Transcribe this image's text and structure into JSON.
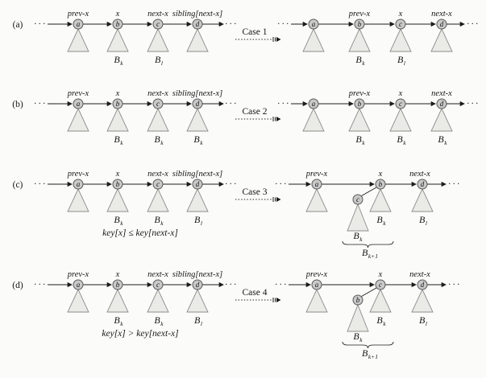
{
  "figure": {
    "ellipsis": "···",
    "colors": {
      "background": "#fbfbfa",
      "node_fill": "#c9c9c9",
      "node_stroke": "#5a5a5a",
      "tree_fill": "#eaeae6",
      "tree_stroke": "#8c8c8c",
      "line": "#1c1c1c",
      "text": "#151515"
    },
    "rows": [
      {
        "row_label": "(a)",
        "case_label": "Case 1",
        "condition": "",
        "left": {
          "top_labels": [
            "prev-x",
            "x",
            "next-x",
            "sibling[next-x]"
          ],
          "node_letters": [
            "a",
            "b",
            "c",
            "d"
          ],
          "tree_labels": [
            null,
            {
              "main": "B",
              "sub": "k"
            },
            {
              "main": "B",
              "sub": "l"
            },
            null
          ]
        },
        "right": {
          "kind": "list",
          "top_labels": [
            "",
            "prev-x",
            "x",
            "next-x"
          ],
          "node_letters": [
            "a",
            "b",
            "c",
            "d"
          ],
          "tree_labels": [
            null,
            {
              "main": "B",
              "sub": "k"
            },
            {
              "main": "B",
              "sub": "l"
            },
            null
          ]
        }
      },
      {
        "row_label": "(b)",
        "case_label": "Case 2",
        "condition": "",
        "left": {
          "top_labels": [
            "prev-x",
            "x",
            "next-x",
            "sibling[next-x]"
          ],
          "node_letters": [
            "a",
            "b",
            "c",
            "d"
          ],
          "tree_labels": [
            null,
            {
              "main": "B",
              "sub": "k"
            },
            {
              "main": "B",
              "sub": "k"
            },
            {
              "main": "B",
              "sub": "k"
            }
          ]
        },
        "right": {
          "kind": "list",
          "top_labels": [
            "",
            "prev-x",
            "x",
            "next-x"
          ],
          "node_letters": [
            "a",
            "b",
            "c",
            "d"
          ],
          "tree_labels": [
            null,
            {
              "main": "B",
              "sub": "k"
            },
            {
              "main": "B",
              "sub": "k"
            },
            {
              "main": "B",
              "sub": "k"
            }
          ]
        }
      },
      {
        "row_label": "(c)",
        "case_label": "Case 3",
        "condition": "key[x] ≤ key[next-x]",
        "left": {
          "top_labels": [
            "prev-x",
            "x",
            "next-x",
            "sibling[next-x]"
          ],
          "node_letters": [
            "a",
            "b",
            "c",
            "d"
          ],
          "tree_labels": [
            null,
            {
              "main": "B",
              "sub": "k"
            },
            {
              "main": "B",
              "sub": "k"
            },
            {
              "main": "B",
              "sub": "l"
            }
          ]
        },
        "right": {
          "kind": "merged",
          "top_labels": [
            "prev-x",
            "x",
            "next-x"
          ],
          "node_letters": [
            "a",
            "b",
            "d"
          ],
          "child_letter": "c",
          "parent_tree": {
            "main": "B",
            "sub": "k"
          },
          "child_tree": {
            "main": "B",
            "sub": "k"
          },
          "brace_label": {
            "main": "B",
            "sub": "k+1"
          },
          "end_tree": {
            "main": "B",
            "sub": "l"
          }
        }
      },
      {
        "row_label": "(d)",
        "case_label": "Case 4",
        "condition": "key[x] > key[next-x]",
        "left": {
          "top_labels": [
            "prev-x",
            "x",
            "next-x",
            "sibling[next-x]"
          ],
          "node_letters": [
            "a",
            "b",
            "c",
            "d"
          ],
          "tree_labels": [
            null,
            {
              "main": "B",
              "sub": "k"
            },
            {
              "main": "B",
              "sub": "k"
            },
            {
              "main": "B",
              "sub": "l"
            }
          ]
        },
        "right": {
          "kind": "merged",
          "top_labels": [
            "prev-x",
            "x",
            "next-x"
          ],
          "node_letters": [
            "a",
            "c",
            "d"
          ],
          "child_letter": "b",
          "parent_tree": {
            "main": "B",
            "sub": "k"
          },
          "child_tree": {
            "main": "B",
            "sub": "k"
          },
          "brace_label": {
            "main": "B",
            "sub": "k+1"
          },
          "end_tree": {
            "main": "B",
            "sub": "l"
          }
        }
      }
    ]
  }
}
